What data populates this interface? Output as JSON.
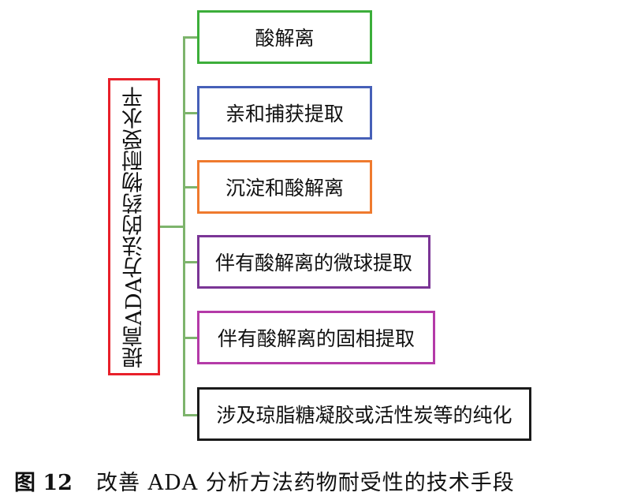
{
  "diagram": {
    "root": {
      "label": "提高ADA方法的药物耐受水平",
      "border_color": "#e8202a"
    },
    "connector_color": "#7db46c",
    "branches": [
      {
        "label": "酸解离",
        "border_color": "#3cae3a"
      },
      {
        "label": "亲和捕获提取",
        "border_color": "#4660b8"
      },
      {
        "label": "沉淀和酸解离",
        "border_color": "#ef7a2e"
      },
      {
        "label": "伴有酸解离的微球提取",
        "border_color": "#7b3596"
      },
      {
        "label": "伴有酸解离的固相提取",
        "border_color": "#b43aa8"
      },
      {
        "label": "涉及琼脂糖凝胶或活性炭等的纯化",
        "border_color": "#1a1a1a"
      }
    ]
  },
  "caption": {
    "figure_number": "图 12",
    "text": "改善 ADA 分析方法药物耐受性的技术手段"
  }
}
